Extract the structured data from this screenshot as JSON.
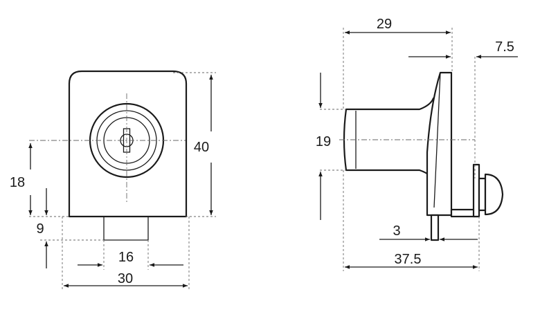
{
  "diagram": {
    "front_view": {
      "height_label": "40",
      "center_height_label": "18",
      "offset_label": "9",
      "tab_width_label": "16",
      "body_width_label": "30"
    },
    "side_view": {
      "top_length_label": "29",
      "cap_offset_label": "7.5",
      "cylinder_dia_label": "19",
      "pin_width_label": "3",
      "total_length_label": "37.5"
    }
  },
  "colors": {
    "line": "#1a1a1a",
    "construction": "#666666",
    "background": "#ffffff"
  }
}
